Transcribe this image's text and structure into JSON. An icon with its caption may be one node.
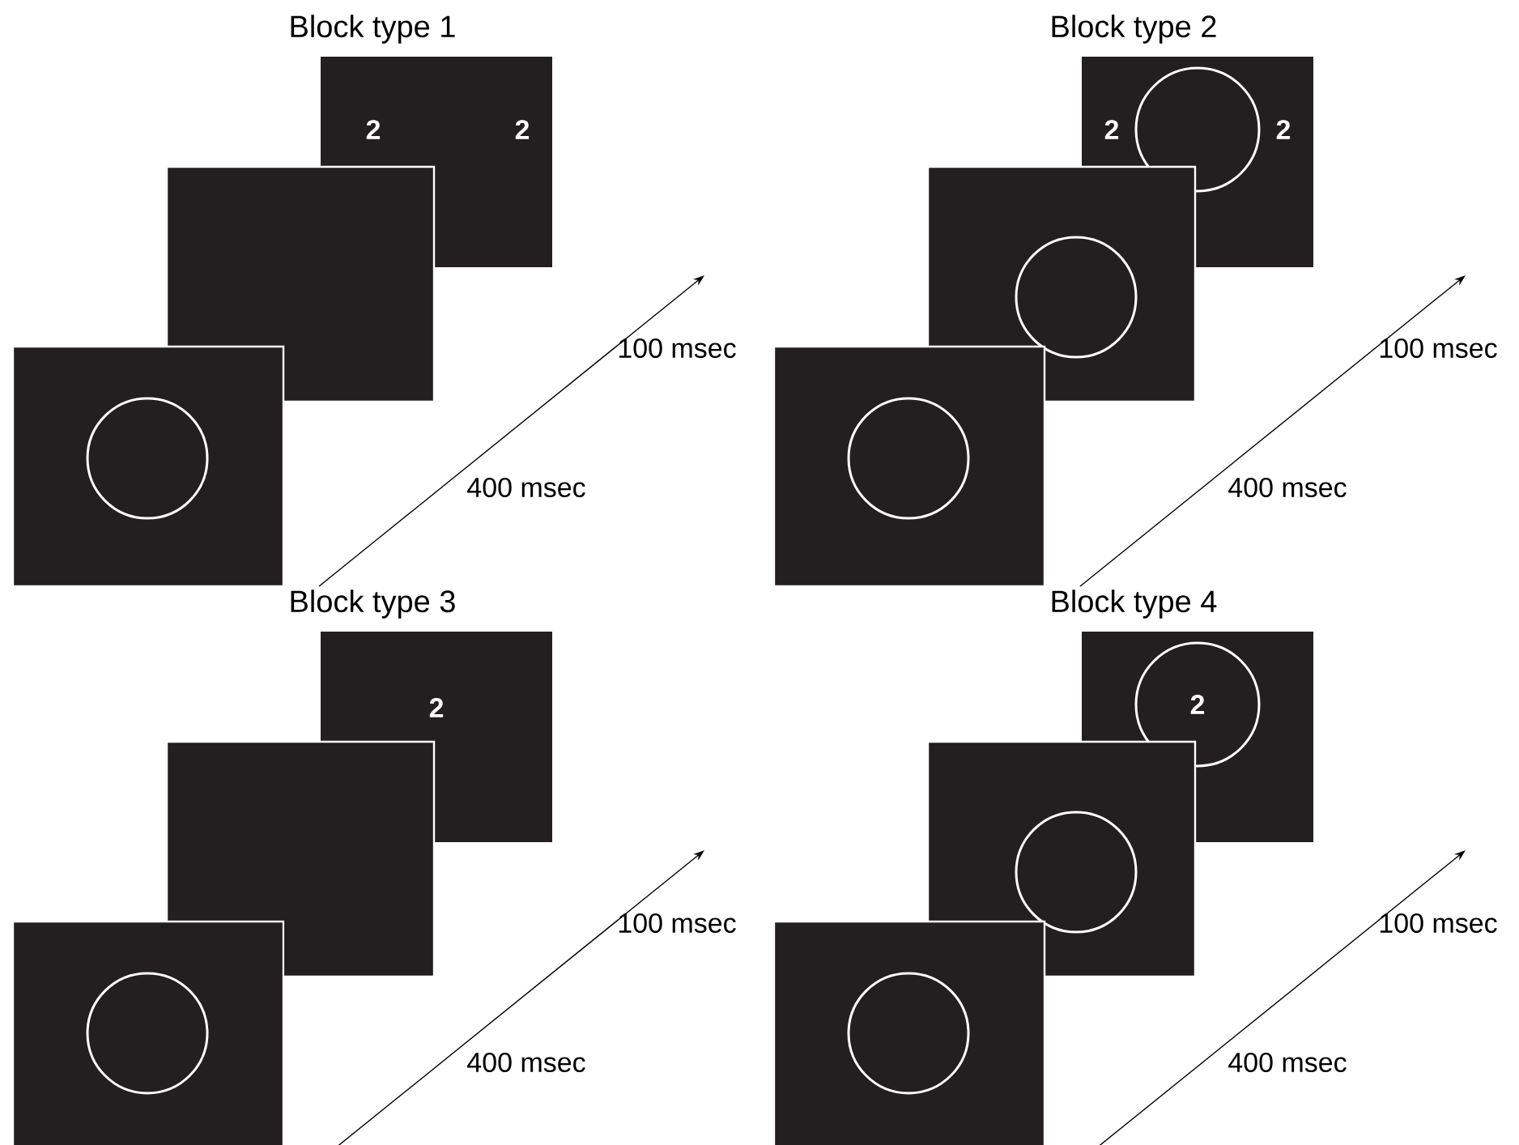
{
  "diagram": {
    "nodes": [
      {
        "text": [
          "2",
          "2"
        ]
      },
      {
        "text": [],
        "shape": "box"
      },
      {
        "text": [],
        "shape": "box"
      },
      {
        "text": [],
        "shape": "circle",
        "in": 2
      },
      {
        "text": [
          "2",
          "2"
        ]
      },
      {
        "text": [],
        "shape": "circle",
        "in": 4
      },
      {
        "text": [],
        "shape": "box"
      },
      {
        "text": [],
        "shape": "circle",
        "in": 6
      },
      {
        "text": [],
        "shape": "box"
      },
      {
        "text": [],
        "shape": "circle",
        "in": 8
      },
      {
        "text": [
          "2"
        ]
      },
      {
        "text": [],
        "shape": "box"
      },
      {
        "text": [],
        "shape": "box"
      },
      {
        "text": [],
        "shape": "circle",
        "in": 12
      },
      {
        "text": [],
        "shape": "box"
      },
      {
        "text": [
          "2"
        ],
        "in": 14
      },
      {
        "text": [],
        "shape": "box"
      },
      {
        "text": [],
        "shape": "circle",
        "in": 16
      },
      {
        "text": [],
        "shape": "box"
      },
      {
        "text": [],
        "shape": "circle",
        "in": 18
      }
    ],
    "labels": [
      "Block type 1",
      "Block type 2",
      "100 msec",
      "100 msec",
      "400 msec",
      "400 msec",
      "Block type 3",
      "Block type 4",
      "100 msec",
      "100 msec",
      "400 msec",
      "400 msec"
    ]
  }
}
